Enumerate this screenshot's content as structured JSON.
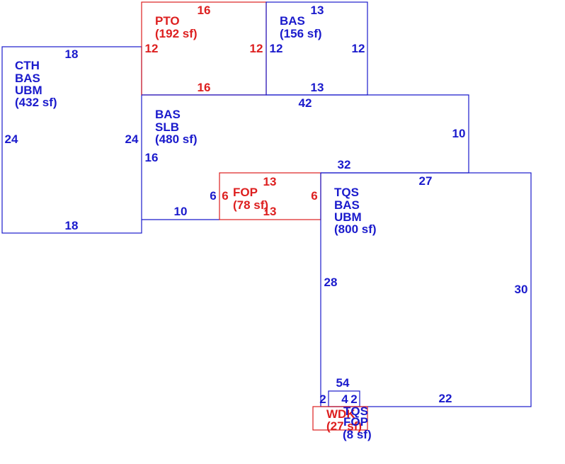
{
  "colors": {
    "living": "#1a1acc",
    "exterior": "#dd1f1f",
    "background": "#ffffff"
  },
  "areas": {
    "cth": {
      "line1": "CTH",
      "line2": "BAS",
      "line3": "UBM",
      "area": "(432 sf)"
    },
    "pto": {
      "line1": "PTO",
      "area": "(192 sf)"
    },
    "bas_top": {
      "line1": "BAS",
      "area": "(156 sf)"
    },
    "bas_slb": {
      "line1": "BAS",
      "line2": "SLB",
      "area": "(480 sf)"
    },
    "fop": {
      "line1": "FOP",
      "area": "(78 sf)"
    },
    "tqs_main": {
      "line1": "TQS",
      "line2": "BAS",
      "line3": "UBM",
      "area": "(800 sf)"
    },
    "wdk": {
      "line1": "WDK",
      "area": "(27 sf)"
    },
    "tqs_fop": {
      "line1": "TQS",
      "line2": "FOP",
      "area": "(8 sf)"
    }
  },
  "dimensions": {
    "cth_top": "18",
    "cth_bottom": "18",
    "cth_left": "24",
    "cth_right": "24",
    "pto_top": "16",
    "pto_bottom": "16",
    "pto_left": "12",
    "pto_right": "12",
    "bas_top_top": "13",
    "bas_top_bottom": "13",
    "bas_top_left": "12",
    "bas_top_right": "12",
    "slb_top": "42",
    "slb_right": "10",
    "slb_left": "16",
    "slb_bottom_right": "32",
    "slb_bottom_left": "10",
    "slb_notch": "6",
    "fop_top": "13",
    "fop_bottom": "13",
    "fop_left": "6",
    "fop_right": "6",
    "tqs_top": "27",
    "tqs_left": "28",
    "tqs_right": "30",
    "tqs_bottom": "22",
    "small_top": "54",
    "small_inner_top": "4",
    "small_inner_right": "2",
    "small_left": "2"
  }
}
